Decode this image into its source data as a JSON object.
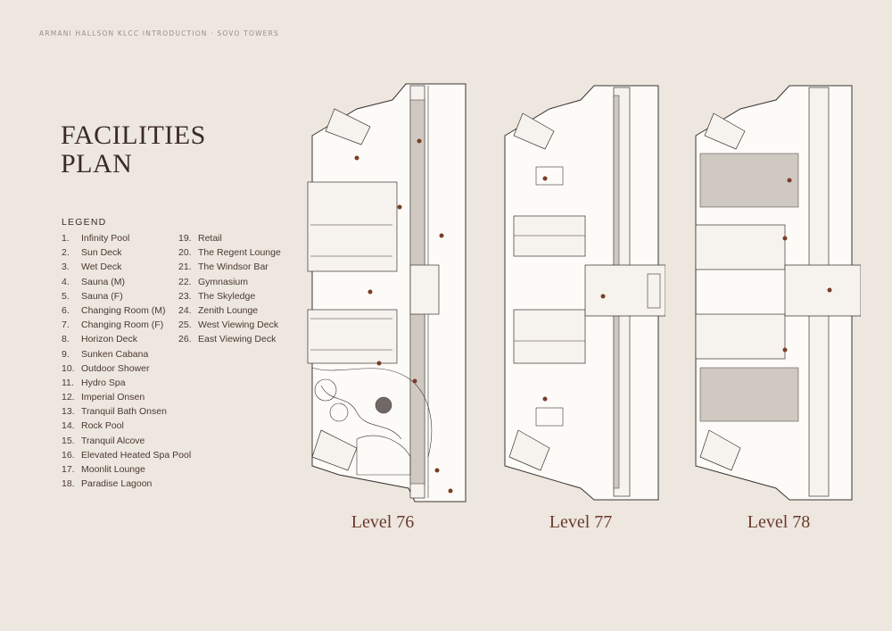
{
  "header": "ARMANI HALLSON KLCC INTRODUCTION · SOVO TOWERS",
  "title": [
    "FACILITIES",
    "PLAN"
  ],
  "legend_title": "LEGEND",
  "legend_left": [
    {
      "num": "1.",
      "label": "Infinity Pool"
    },
    {
      "num": "2.",
      "label": "Sun Deck"
    },
    {
      "num": "3.",
      "label": "Wet Deck"
    },
    {
      "num": "4.",
      "label": "Sauna (M)"
    },
    {
      "num": "5.",
      "label": "Sauna (F)"
    },
    {
      "num": "6.",
      "label": "Changing Room (M)"
    },
    {
      "num": "7.",
      "label": "Changing Room (F)"
    },
    {
      "num": "8.",
      "label": "Horizon Deck"
    },
    {
      "num": "9.",
      "label": "Sunken Cabana"
    },
    {
      "num": "10.",
      "label": "Outdoor Shower"
    },
    {
      "num": "11.",
      "label": "Hydro Spa"
    },
    {
      "num": "12.",
      "label": "Imperial Onsen"
    },
    {
      "num": "13.",
      "label": "Tranquil Bath Onsen"
    },
    {
      "num": "14.",
      "label": "Rock Pool"
    },
    {
      "num": "15.",
      "label": "Tranquil Alcove"
    },
    {
      "num": "16.",
      "label": "Elevated Heated Spa Pool"
    },
    {
      "num": "17.",
      "label": "Moonlit Lounge"
    },
    {
      "num": "18.",
      "label": "Paradise Lagoon"
    }
  ],
  "legend_right": [
    {
      "num": "19.",
      "label": "Retail"
    },
    {
      "num": "20.",
      "label": "The Regent Lounge"
    },
    {
      "num": "21.",
      "label": "The Windsor Bar"
    },
    {
      "num": "22.",
      "label": "Gymnasium"
    },
    {
      "num": "23.",
      "label": "The Skyledge"
    },
    {
      "num": "24.",
      "label": "Zenith Lounge"
    },
    {
      "num": "25.",
      "label": "West Viewing Deck"
    },
    {
      "num": "26.",
      "label": "East Viewing Deck"
    }
  ],
  "levels": [
    {
      "label": "Level 76"
    },
    {
      "label": "Level 77"
    },
    {
      "label": "Level 78"
    }
  ],
  "colors": {
    "background": "#ede7e0",
    "accent": "#7a3d28",
    "text": "#3b2a25"
  }
}
